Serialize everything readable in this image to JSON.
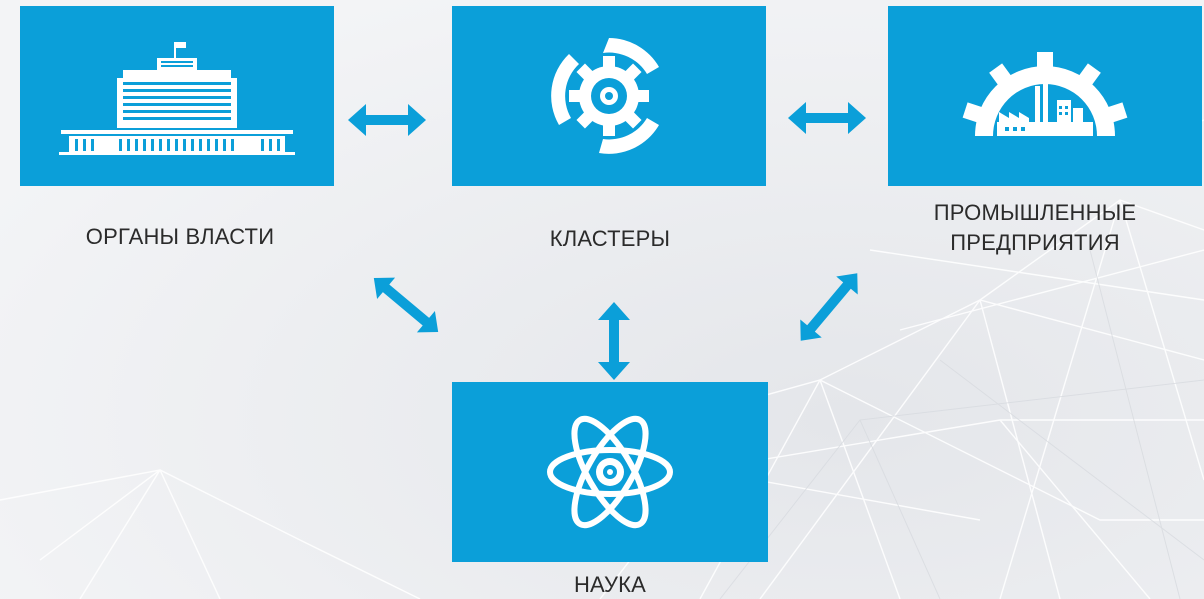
{
  "nodes": {
    "government": {
      "label": "ОРГАНЫ ВЛАСТИ",
      "icon": "government-building-icon"
    },
    "clusters": {
      "label": "КЛАСТЕРЫ",
      "icon": "gear-swirl-icon"
    },
    "industry": {
      "label_line1": "ПРОМЫШЛЕННЫЕ",
      "label_line2": "ПРЕДПРИЯТИЯ",
      "icon": "factory-gear-icon"
    },
    "science": {
      "label": "НАУКА",
      "icon": "atom-icon"
    }
  },
  "colors": {
    "tile": "#0b9fd9",
    "arrow": "#0b9fd9",
    "text": "#2b2b2b",
    "background": "#eef0f3"
  }
}
